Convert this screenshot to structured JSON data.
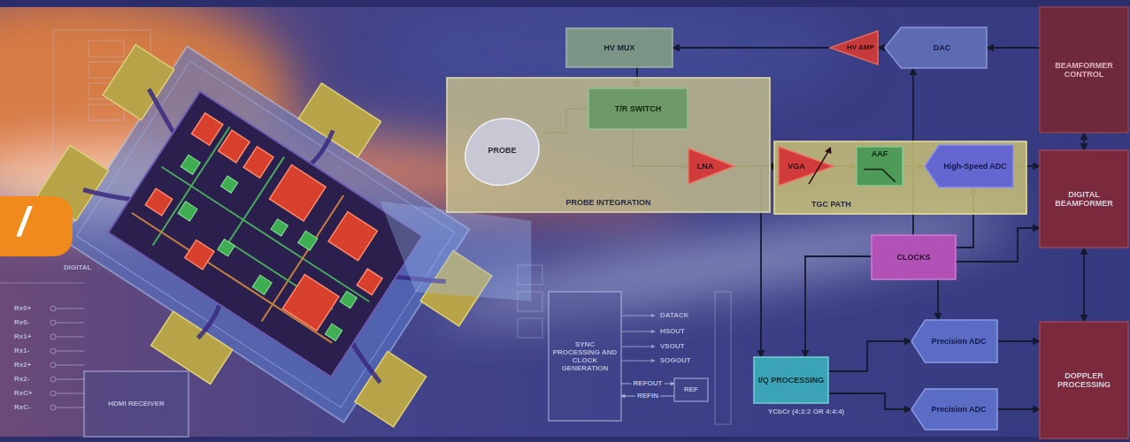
{
  "diagram": {
    "nodes": [
      {
        "text": [
          "HV MUX"
        ]
      },
      {
        "text": [
          "HV AMP"
        ]
      },
      {
        "text": [
          "DAC"
        ]
      },
      {
        "text": [
          "BEAMFORMER CONTROL"
        ]
      },
      {
        "text": [
          "PROBE INTEGRATION"
        ]
      },
      {
        "text": [
          "PROBE"
        ],
        "in": 4
      },
      {
        "text": [
          "T/R SWITCH"
        ],
        "in": 4
      },
      {
        "text": [
          "LNA"
        ],
        "in": 4
      },
      {
        "text": [
          "TGC PATH"
        ]
      },
      {
        "text": [
          "VGA"
        ],
        "in": 8
      },
      {
        "text": [
          "AAF"
        ],
        "in": 8
      },
      {
        "text": [
          "High-Speed ADC"
        ],
        "in": 8
      },
      {
        "text": [
          "DIGITAL BEAMFORMER"
        ]
      },
      {
        "text": [
          "CLOCKS"
        ]
      },
      {
        "text": [
          "Precision ADC"
        ]
      },
      {
        "text": [
          "I/Q PROCESSING"
        ]
      },
      {
        "text": [
          "Precision ADC"
        ]
      },
      {
        "text": [
          "DOPPLER PROCESSING"
        ]
      },
      {
        "text": [
          "HDMI RECEIVER"
        ]
      },
      {
        "text": [
          "SYNC PROCESSING AND CLOCK GENERATION"
        ]
      },
      {
        "text": [
          "REF"
        ]
      }
    ],
    "edges": [
      {
        "from": 2,
        "to": 1,
        "arrow": "to"
      },
      {
        "from": 1,
        "to": 0,
        "arrow": "to"
      },
      {
        "from": 0,
        "to": 6,
        "arrow": "to"
      },
      {
        "from": 5,
        "to": 6,
        "arrow": "none"
      },
      {
        "from": 6,
        "to": 7,
        "arrow": "to"
      },
      {
        "from": 7,
        "to": 9,
        "arrow": "to"
      },
      {
        "from": 9,
        "to": 10,
        "arrow": "to"
      },
      {
        "from": 10,
        "to": 11,
        "arrow": "to"
      },
      {
        "from": 11,
        "to": 12,
        "arrow": "to"
      },
      {
        "from": 3,
        "to": 2,
        "arrow": "to"
      },
      {
        "from": 3,
        "to": 12,
        "arrow": "both"
      },
      {
        "from": 7,
        "to": 15,
        "arrow": "to"
      },
      {
        "from": 13,
        "to": 11,
        "arrow": "to"
      },
      {
        "from": 13,
        "to": 12,
        "arrow": "to"
      },
      {
        "from": 13,
        "to": 15,
        "arrow": "to"
      },
      {
        "from": 13,
        "to": 14,
        "arrow": "to"
      },
      {
        "from": 15,
        "to": 14,
        "arrow": "to"
      },
      {
        "from": 15,
        "to": 16,
        "arrow": "to"
      },
      {
        "from": 14,
        "to": 17,
        "arrow": "to"
      },
      {
        "from": 16,
        "to": 17,
        "arrow": "to"
      },
      {
        "from": 12,
        "to": 17,
        "arrow": "both"
      },
      {
        "from": 13,
        "to": 2,
        "arrow": "to"
      },
      {
        "from": 19,
        "to": 20,
        "label": "REFOUT",
        "arrow": "to"
      },
      {
        "from": 20,
        "to": 19,
        "label": "REFIN",
        "arrow": "to"
      }
    ],
    "labels": [
      "/",
      "Rx0+",
      "Rx0-",
      "Rx1+",
      "Rx1-",
      "Rx2+",
      "Rx2-",
      "RxC+",
      "RxC-",
      "DIGITAL",
      "DATACK",
      "HSOUT",
      "VSOUT",
      "SOGOUT",
      "YCbCr (4:2:2 OR 4:4:4)"
    ]
  }
}
